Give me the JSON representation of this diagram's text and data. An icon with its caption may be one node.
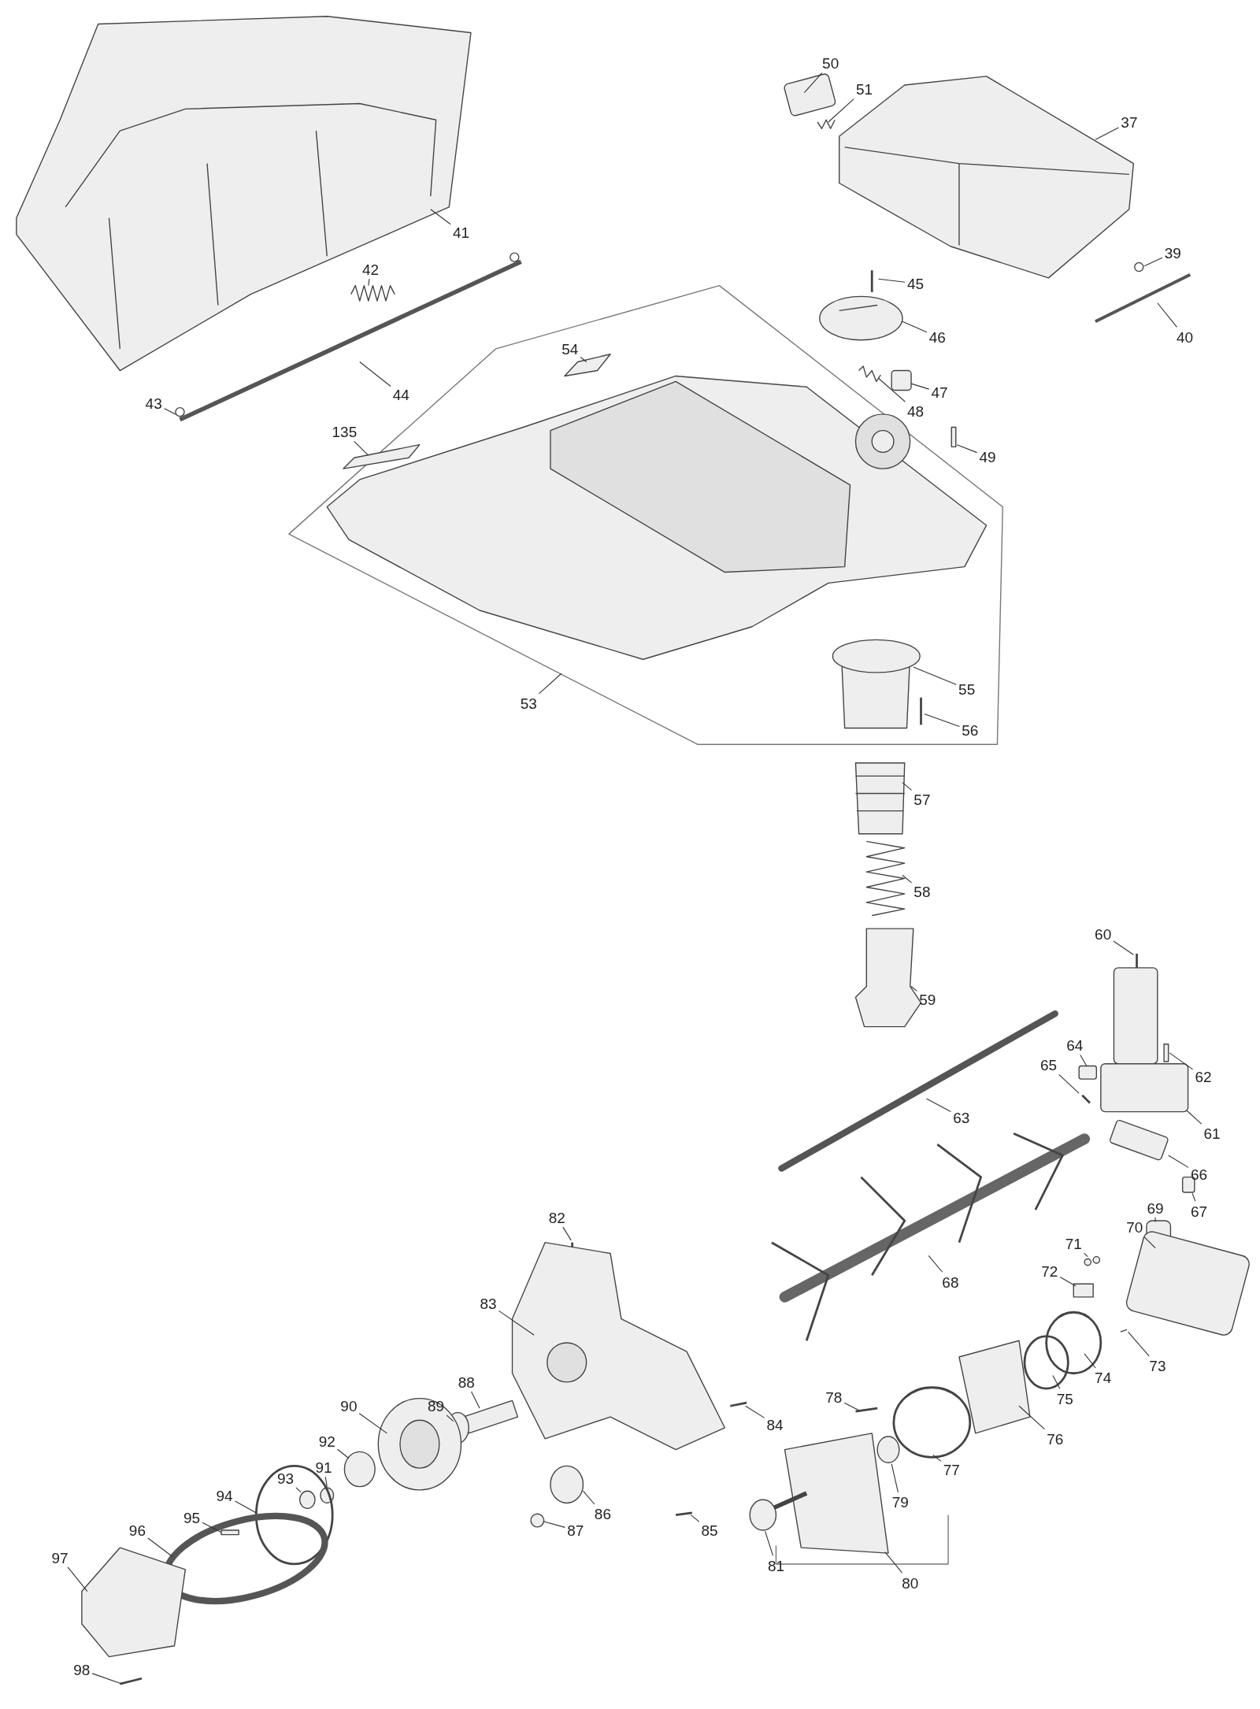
{
  "diagram": {
    "nodes": [
      {
        "text": [
          "50"
        ]
      },
      {
        "text": [
          "51"
        ]
      },
      {
        "text": [
          "37"
        ]
      },
      {
        "text": [
          "41"
        ]
      },
      {
        "text": [
          "42"
        ]
      },
      {
        "text": [
          "39"
        ]
      },
      {
        "text": [
          "45"
        ]
      },
      {
        "text": [
          "46"
        ]
      },
      {
        "text": [
          "40"
        ]
      },
      {
        "text": [
          "54"
        ]
      },
      {
        "text": [
          "47"
        ]
      },
      {
        "text": [
          "44"
        ]
      },
      {
        "text": [
          "43"
        ]
      },
      {
        "text": [
          "48"
        ]
      },
      {
        "text": [
          "135"
        ]
      },
      {
        "text": [
          "49"
        ]
      },
      {
        "text": [
          "53"
        ]
      },
      {
        "text": [
          "55"
        ]
      },
      {
        "text": [
          "56"
        ]
      },
      {
        "text": [
          "57"
        ]
      },
      {
        "text": [
          "58"
        ]
      },
      {
        "text": [
          "60"
        ]
      },
      {
        "text": [
          "59"
        ]
      },
      {
        "text": [
          "64"
        ]
      },
      {
        "text": [
          "65"
        ]
      },
      {
        "text": [
          "62"
        ]
      },
      {
        "text": [
          "63"
        ]
      },
      {
        "text": [
          "61"
        ]
      },
      {
        "text": [
          "66"
        ]
      },
      {
        "text": [
          "67"
        ]
      },
      {
        "text": [
          "69"
        ]
      },
      {
        "text": [
          "82"
        ]
      },
      {
        "text": [
          "70"
        ]
      },
      {
        "text": [
          "71"
        ]
      },
      {
        "text": [
          "72"
        ]
      },
      {
        "text": [
          "68"
        ]
      },
      {
        "text": [
          "83"
        ]
      },
      {
        "text": [
          "73"
        ]
      },
      {
        "text": [
          "74"
        ]
      },
      {
        "text": [
          "88"
        ]
      },
      {
        "text": [
          "75"
        ]
      },
      {
        "text": [
          "78"
        ]
      },
      {
        "text": [
          "89"
        ]
      },
      {
        "text": [
          "90"
        ]
      },
      {
        "text": [
          "84"
        ]
      },
      {
        "text": [
          "76"
        ]
      },
      {
        "text": [
          "92"
        ]
      },
      {
        "text": [
          "77"
        ]
      },
      {
        "text": [
          "93"
        ]
      },
      {
        "text": [
          "91"
        ]
      },
      {
        "text": [
          "94"
        ]
      },
      {
        "text": [
          "79"
        ]
      },
      {
        "text": [
          "86"
        ]
      },
      {
        "text": [
          "95"
        ]
      },
      {
        "text": [
          "87"
        ]
      },
      {
        "text": [
          "85"
        ]
      },
      {
        "text": [
          "96"
        ]
      },
      {
        "text": [
          "81"
        ]
      },
      {
        "text": [
          "80"
        ]
      },
      {
        "text": [
          "97"
        ]
      },
      {
        "text": [
          "98"
        ]
      }
    ],
    "edges": [
      {
        "from": 0,
        "to": null,
        "arrow": "none"
      },
      {
        "from": 1,
        "to": null,
        "arrow": "none"
      },
      {
        "from": 2,
        "to": null,
        "arrow": "none"
      },
      {
        "from": 3,
        "to": null,
        "arrow": "none"
      },
      {
        "from": 4,
        "to": null,
        "arrow": "none"
      },
      {
        "from": 5,
        "to": null,
        "arrow": "none"
      },
      {
        "from": 6,
        "to": null,
        "arrow": "none"
      },
      {
        "from": 7,
        "to": null,
        "arrow": "none"
      },
      {
        "from": 8,
        "to": null,
        "arrow": "none"
      },
      {
        "from": 9,
        "to": null,
        "arrow": "none"
      },
      {
        "from": 10,
        "to": null,
        "arrow": "none"
      },
      {
        "from": 11,
        "to": null,
        "arrow": "none"
      },
      {
        "from": 12,
        "to": null,
        "arrow": "none"
      },
      {
        "from": 13,
        "to": null,
        "arrow": "none"
      },
      {
        "from": 14,
        "to": null,
        "arrow": "none"
      },
      {
        "from": 15,
        "to": null,
        "arrow": "none"
      },
      {
        "from": 16,
        "to": null,
        "arrow": "none"
      },
      {
        "from": 17,
        "to": null,
        "arrow": "none"
      },
      {
        "from": 18,
        "to": null,
        "arrow": "none"
      },
      {
        "from": 19,
        "to": null,
        "arrow": "none"
      },
      {
        "from": 20,
        "to": null,
        "arrow": "none"
      },
      {
        "from": 21,
        "to": null,
        "arrow": "none"
      },
      {
        "from": 22,
        "to": null,
        "arrow": "none"
      },
      {
        "from": 23,
        "to": null,
        "arrow": "none"
      },
      {
        "from": 24,
        "to": null,
        "arrow": "none"
      },
      {
        "from": 25,
        "to": null,
        "arrow": "none"
      },
      {
        "from": 26,
        "to": null,
        "arrow": "none"
      },
      {
        "from": 27,
        "to": null,
        "arrow": "none"
      },
      {
        "from": 28,
        "to": null,
        "arrow": "none"
      },
      {
        "from": 29,
        "to": null,
        "arrow": "none"
      },
      {
        "from": 30,
        "to": null,
        "arrow": "none"
      },
      {
        "from": 31,
        "to": null,
        "arrow": "none"
      },
      {
        "from": 32,
        "to": null,
        "arrow": "none"
      },
      {
        "from": 33,
        "to": null,
        "arrow": "none"
      },
      {
        "from": 34,
        "to": null,
        "arrow": "none"
      },
      {
        "from": 35,
        "to": null,
        "arrow": "none"
      },
      {
        "from": 36,
        "to": null,
        "arrow": "none"
      },
      {
        "from": 37,
        "to": null,
        "arrow": "none"
      },
      {
        "from": 38,
        "to": null,
        "arrow": "none"
      },
      {
        "from": 39,
        "to": null,
        "arrow": "none"
      },
      {
        "from": 40,
        "to": null,
        "arrow": "none"
      },
      {
        "from": 41,
        "to": null,
        "arrow": "none"
      },
      {
        "from": 42,
        "to": null,
        "arrow": "none"
      },
      {
        "from": 43,
        "to": null,
        "arrow": "none"
      },
      {
        "from": 44,
        "to": null,
        "arrow": "none"
      },
      {
        "from": 45,
        "to": null,
        "arrow": "none"
      },
      {
        "from": 46,
        "to": null,
        "arrow": "none"
      },
      {
        "from": 47,
        "to": null,
        "arrow": "none"
      },
      {
        "from": 48,
        "to": null,
        "arrow": "none"
      },
      {
        "from": 49,
        "to": null,
        "arrow": "none"
      },
      {
        "from": 50,
        "to": null,
        "arrow": "none"
      },
      {
        "from": 51,
        "to": null,
        "arrow": "none"
      },
      {
        "from": 52,
        "to": null,
        "arrow": "none"
      },
      {
        "from": 53,
        "to": null,
        "arrow": "none"
      },
      {
        "from": 54,
        "to": null,
        "arrow": "none"
      },
      {
        "from": 55,
        "to": null,
        "arrow": "none"
      },
      {
        "from": 56,
        "to": null,
        "arrow": "none"
      },
      {
        "from": 57,
        "to": null,
        "arrow": "none"
      },
      {
        "from": 58,
        "to": null,
        "arrow": "none"
      },
      {
        "from": 59,
        "to": null,
        "arrow": "none"
      },
      {
        "from": 60,
        "to": null,
        "arrow": "none"
      }
    ]
  }
}
